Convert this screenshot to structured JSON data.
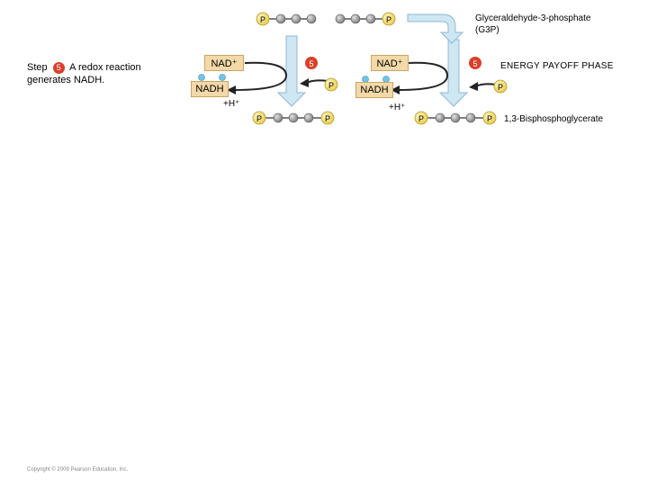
{
  "labels": {
    "step_word": "Step",
    "step_number": "5",
    "step_desc_1": "A redox reaction",
    "step_desc_2": "generates NADH.",
    "g3p_line1": "Glyceraldehyde-3-phosphate",
    "g3p_line2": "(G3P)",
    "phase": "ENERGY PAYOFF PHASE",
    "bpg": "1,3-Bisphosphoglycerate",
    "nad_plus": "NAD⁺",
    "nadh": "NADH",
    "h_plus": "+H⁺",
    "phosphate": "P",
    "step_badge": "5",
    "copyright": "Copyright © 2009 Pearson Education, Inc."
  },
  "colors": {
    "phosphate_fill": "#f7e27a",
    "phosphate_stroke": "#b89a2a",
    "carbon_fill": "#9a9a9a",
    "step_badge_fill": "#d9402b",
    "arrow_blue": "#cfe6f3",
    "arrow_blue_stroke": "#8fb9d3",
    "nad_box_fill": "#f3d9a8"
  }
}
